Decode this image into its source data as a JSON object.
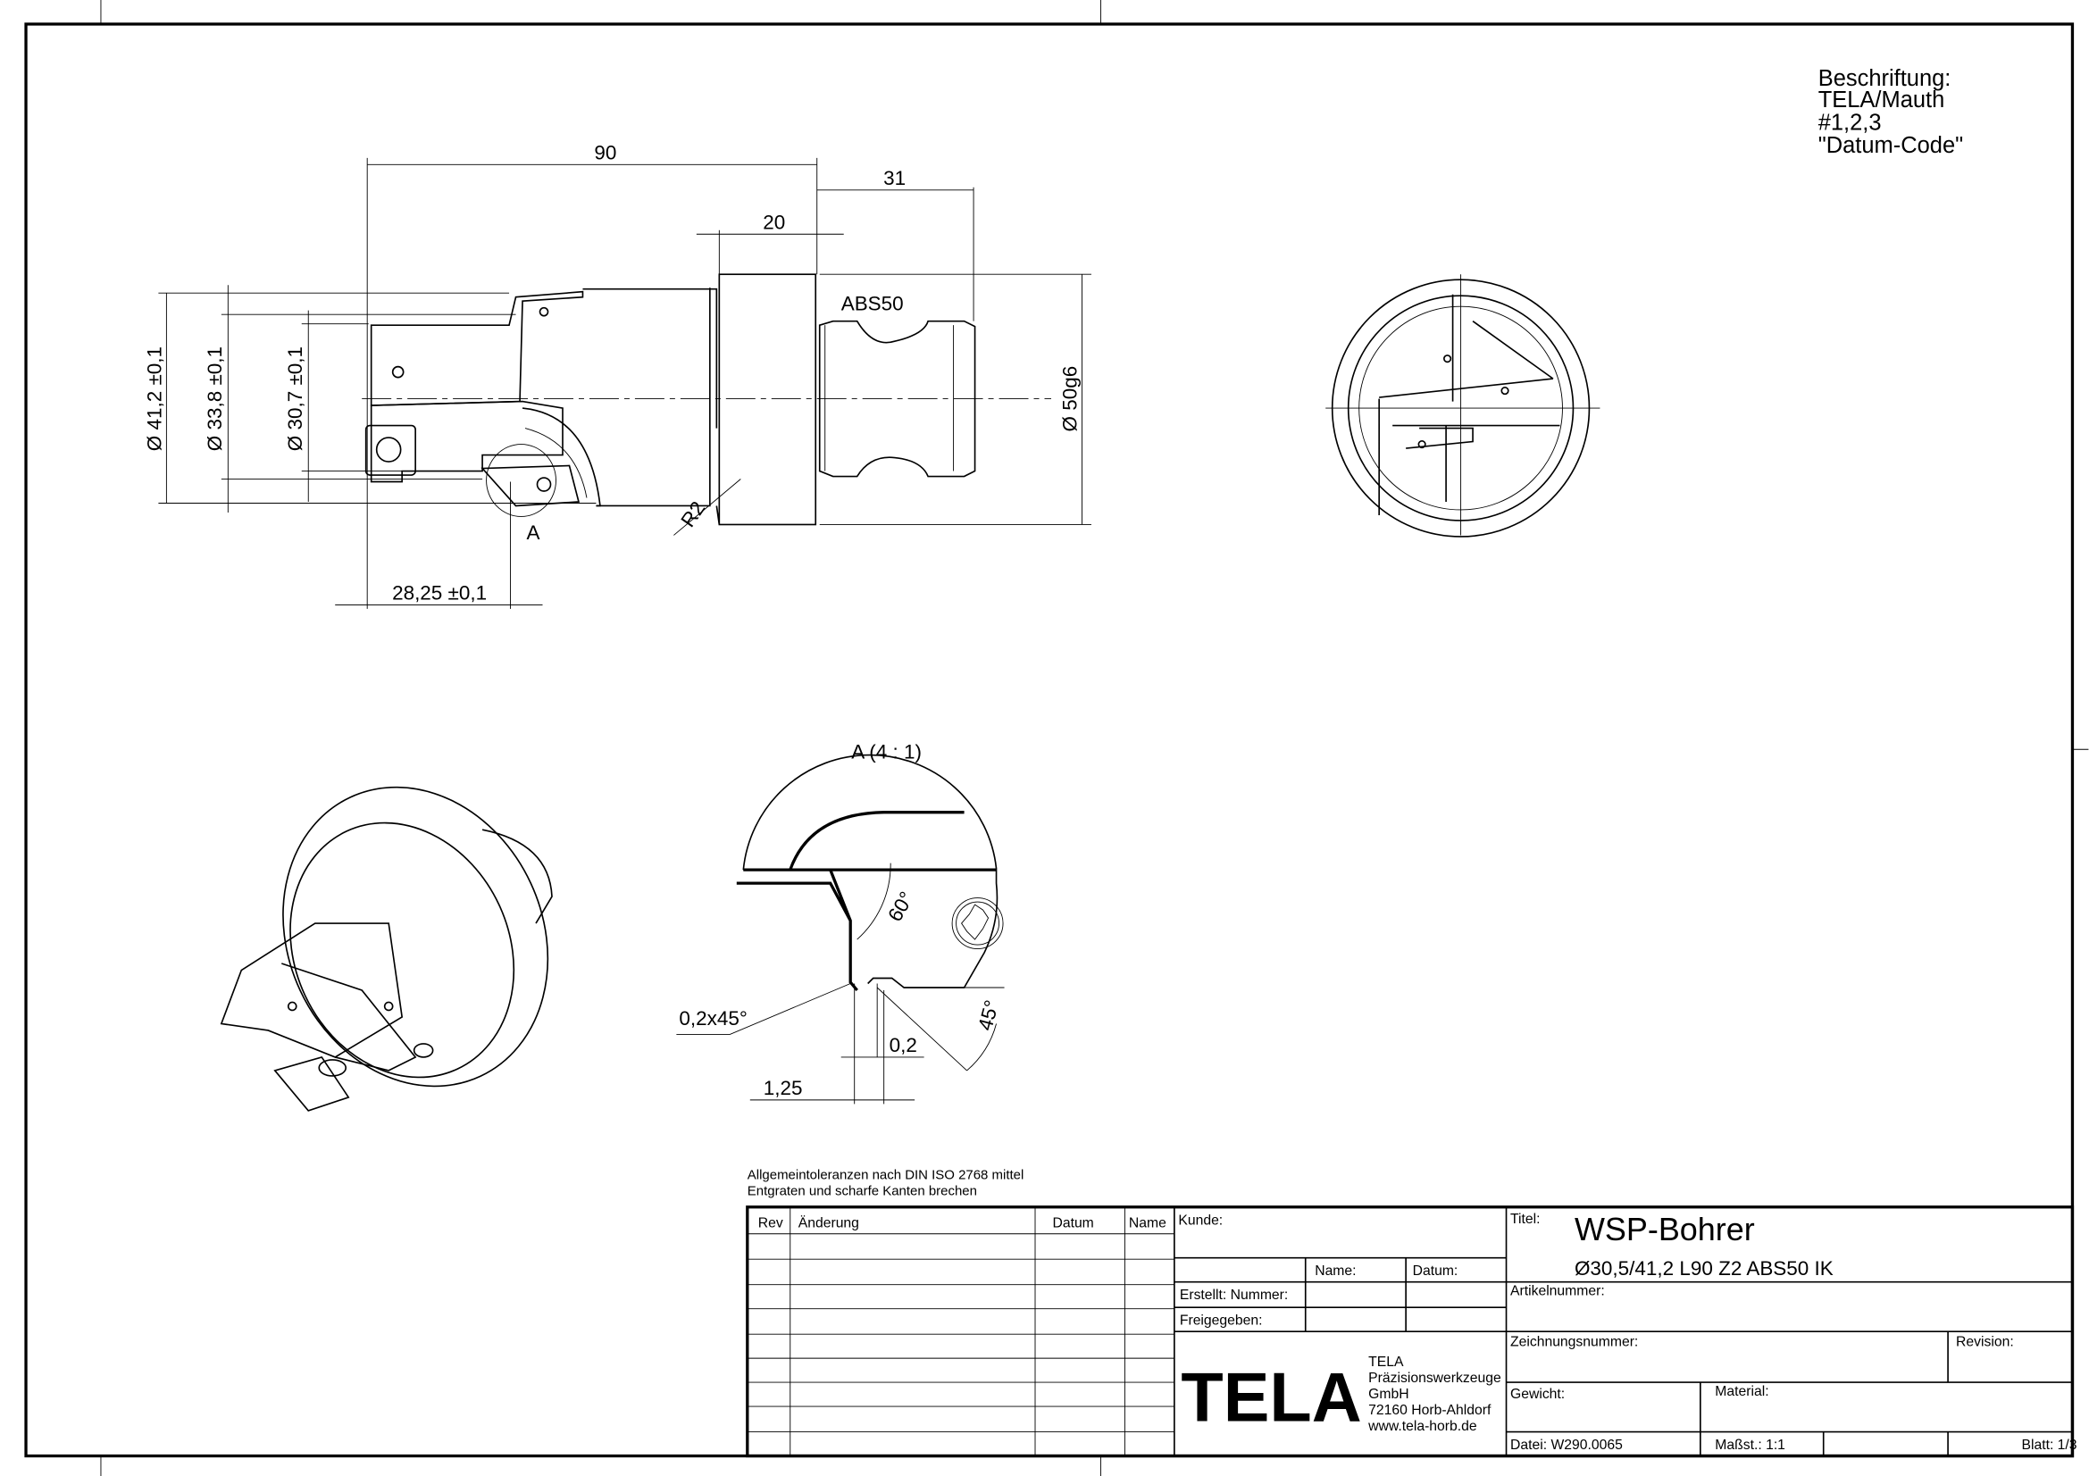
{
  "annotation": {
    "lines": [
      "Beschriftung:",
      "TELA/Mauth",
      "#1,2,3",
      "\"Datum-Code\""
    ]
  },
  "main_view": {
    "dim_length_total": "90",
    "dim_shank": "31",
    "dim_collar": "20",
    "shank_label": "ABS50",
    "dim_d1": "Ø 41,2 ±0,1",
    "dim_d2": "Ø 33,8 ±0,1",
    "dim_d3": "Ø 30,7 ±0,1",
    "dim_d_shank": "Ø 50g6",
    "dim_radius": "R2",
    "detail_marker": "A",
    "dim_step": "28,25 ±0,1"
  },
  "detail_view": {
    "title": "A (4 : 1)",
    "angle_1": "60°",
    "angle_2": "45°",
    "chamfer": "0,2x45°",
    "dim_a": "0,2",
    "dim_b": "1,25"
  },
  "notes": [
    "Allgemeintoleranzen nach DIN ISO 2768 mittel",
    "Entgraten und scharfe Kanten brechen"
  ],
  "revision_table": {
    "headers": [
      "Rev",
      "Änderung",
      "Datum",
      "Name"
    ]
  },
  "title_block": {
    "kunde_label": "Kunde:",
    "name_label": "Name:",
    "datum_label": "Datum:",
    "erstellt_label": "Erstellt:  Nummer:",
    "freigegeben_label": "Freigegeben:",
    "titel_label": "Titel:",
    "title": "WSP-Bohrer",
    "subtitle": "Ø30,5/41,2 L90 Z2 ABS50 IK",
    "artikelnummer_label": "Artikelnummer:",
    "zeichnungsnummer_label": "Zeichnungsnummer:",
    "revision_label": "Revision:",
    "gewicht_label": "Gewicht:",
    "material_label": "Material:",
    "datei": "Datei: W290.0065",
    "massstab": "Maßst.: 1:1",
    "blatt": "Blatt: 1/3",
    "company": {
      "logo": "TELA",
      "lines": [
        "TELA",
        "Präzisionswerkzeuge",
        "GmbH",
        "72160 Horb-Ahldorf",
        "www.tela-horb.de"
      ]
    }
  }
}
